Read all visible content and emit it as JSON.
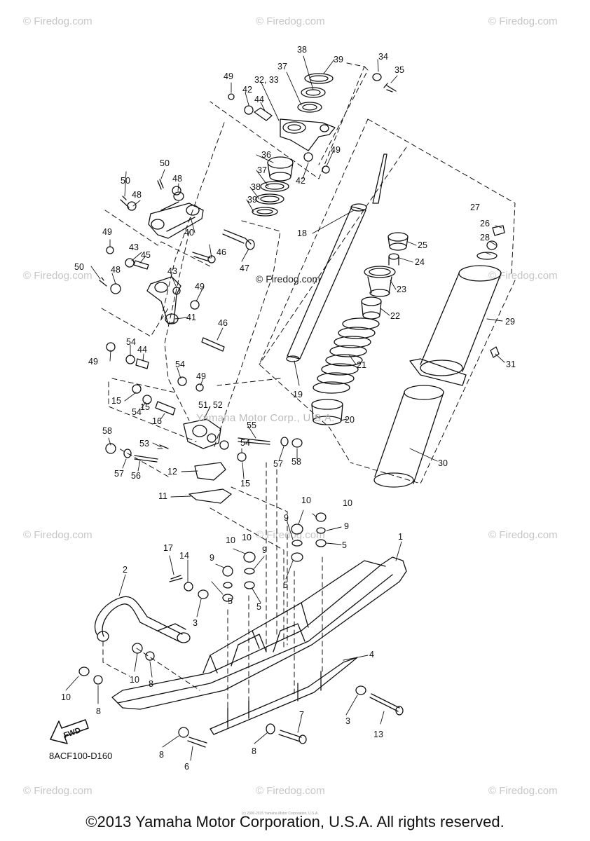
{
  "watermark": {
    "text": "© Firedog.com",
    "center_text": "© Firedog.com",
    "embedded_text": "Yamaha Motor Corp., U.S.A."
  },
  "diagram_code": "8ACF100-D160",
  "fwd_label": "FWD",
  "fine_print": "(c) 2000-2015 Yamaha Motor Corporation, U.S.A.",
  "copyright": "©2013 Yamaha Motor Corporation, U.S.A. All rights reserved.",
  "part_labels": [
    "1",
    "2",
    "3",
    "3",
    "4",
    "5",
    "5",
    "5",
    "5",
    "6",
    "7",
    "8",
    "8",
    "8",
    "8",
    "9",
    "9",
    "9",
    "9",
    "10",
    "10",
    "10",
    "10",
    "10",
    "10",
    "11",
    "12",
    "13",
    "14",
    "15",
    "15",
    "15",
    "16",
    "17",
    "18",
    "19",
    "20",
    "21",
    "22",
    "23",
    "24",
    "25",
    "26",
    "27",
    "28",
    "29",
    "30",
    "31",
    "32, 33",
    "34",
    "35",
    "36",
    "37",
    "37",
    "38",
    "38",
    "39",
    "39",
    "40",
    "41",
    "42",
    "42",
    "43",
    "43",
    "44",
    "44",
    "45",
    "46",
    "46",
    "47",
    "48",
    "48",
    "48",
    "49",
    "49",
    "49",
    "49",
    "49",
    "49",
    "50",
    "50",
    "50",
    "51, 52",
    "53",
    "54",
    "54",
    "54",
    "54",
    "55",
    "56",
    "57",
    "57",
    "58",
    "58"
  ],
  "colors": {
    "line": "#111111",
    "watermark": "#c6c6c6",
    "background": "#ffffff"
  }
}
